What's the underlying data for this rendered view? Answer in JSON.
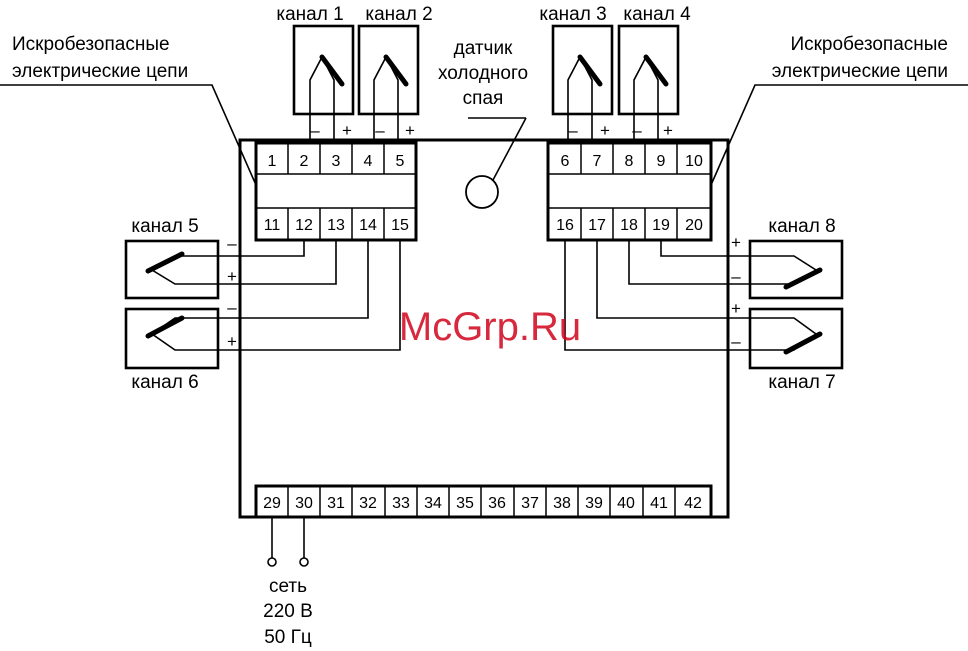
{
  "labels": {
    "left_note": [
      "Искробезопасные",
      "электрические цепи"
    ],
    "right_note": [
      "Искробезопасные",
      "электрические цепи"
    ],
    "cold_junction": [
      "датчик",
      "холодного",
      "спая"
    ],
    "mains": [
      "сеть",
      "220 В",
      "50 Гц"
    ],
    "watermark": "McGrp.Ru"
  },
  "channels": {
    "ch1": "канал 1",
    "ch2": "канал 2",
    "ch3": "канал 3",
    "ch4": "канал 4",
    "ch5": "канал 5",
    "ch6": "канал 6",
    "ch7": "канал 7",
    "ch8": "канал 8"
  },
  "polarity": {
    "minus": "–",
    "plus": "+"
  },
  "terminals": {
    "top_left_upper": [
      "1",
      "2",
      "3",
      "4",
      "5"
    ],
    "top_left_lower": [
      "11",
      "12",
      "13",
      "14",
      "15"
    ],
    "top_right_upper": [
      "6",
      "7",
      "8",
      "9",
      "10"
    ],
    "top_right_lower": [
      "16",
      "17",
      "18",
      "19",
      "20"
    ],
    "bottom": [
      "29",
      "30",
      "31",
      "32",
      "33",
      "34",
      "35",
      "36",
      "37",
      "38",
      "39",
      "40",
      "41",
      "42"
    ]
  }
}
